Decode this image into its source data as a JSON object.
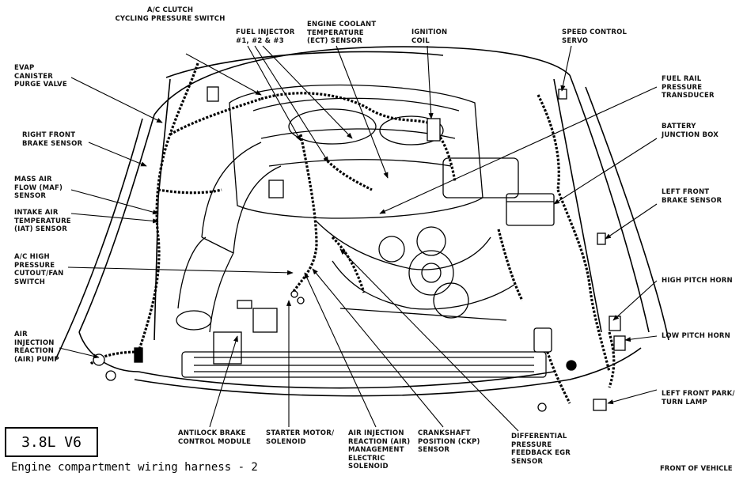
{
  "diagram": {
    "caption": "Engine compartment wiring harness - 2",
    "engine_label": "3.8L V6",
    "front_note": "FRONT OF VEHICLE"
  },
  "labels": {
    "ac_clutch": "A/C CLUTCH\nCYCLING PRESSURE SWITCH",
    "fuel_injector": "FUEL INJECTOR\n#1, #2 & #3",
    "ect_sensor": "ENGINE COOLANT\nTEMPERATURE\n(ECT) SENSOR",
    "ignition_coil": "IGNITION\nCOIL",
    "speed_control": "SPEED CONTROL\nSERVO",
    "evap": "EVAP\nCANISTER\nPURGE VALVE",
    "fuel_rail": "FUEL RAIL\nPRESSURE\nTRANSDUCER",
    "right_front_brake": "RIGHT FRONT\nBRAKE SENSOR",
    "battery_junction": "BATTERY\nJUNCTION BOX",
    "maf_sensor": "MASS AIR\nFLOW (MAF)\nSENSOR",
    "iat_sensor": "INTAKE AIR\nTEMPERATURE\n(IAT) SENSOR",
    "left_front_brake": "LEFT FRONT\nBRAKE SENSOR",
    "ac_high_pressure": "A/C HIGH\nPRESSURE\nCUTOUT/FAN\nSWITCH",
    "high_pitch_horn": "HIGH PITCH HORN",
    "air_pump": "AIR\nINJECTION\nREACTION\n(AIR) PUMP",
    "low_pitch_horn": "LOW PITCH HORN",
    "left_front_park": "LEFT FRONT PARK/\nTURN LAMP",
    "abs_module": "ANTILOCK BRAKE\nCONTROL MODULE",
    "starter": "STARTER MOTOR/\nSOLENOID",
    "air_solenoid": "AIR INJECTION\nREACTION (AIR)\nMANAGEMENT\nELECTRIC\nSOLENOID",
    "ckp_sensor": "CRANKSHAFT\nPOSITION (CKP)\nSENSOR",
    "egr_sensor": "DIFFERENTIAL\nPRESSURE\nFEEDBACK EGR\nSENSOR"
  }
}
